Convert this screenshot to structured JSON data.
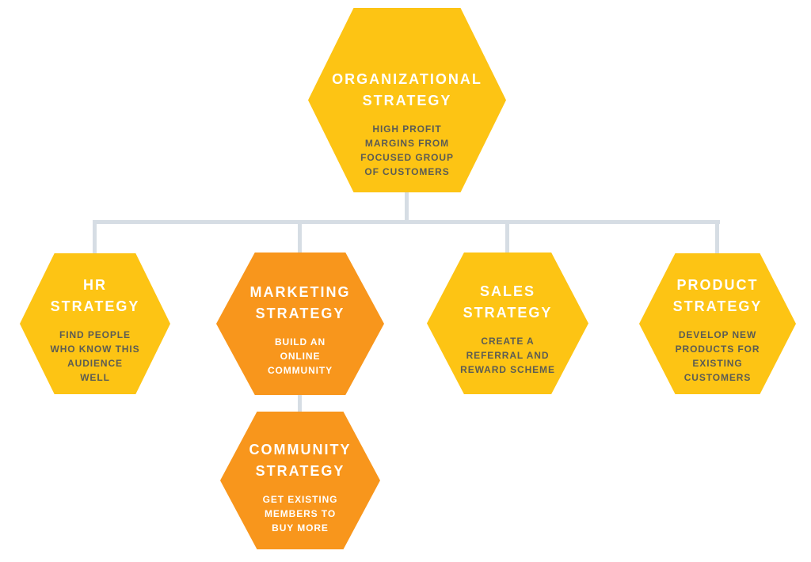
{
  "page": {
    "background": "#FFFFFF"
  },
  "colors": {
    "node_yellow": "#FDC414",
    "node_orange": "#F8961C",
    "connector": "#D6DDE4",
    "title_text": "#FFFFFF",
    "subtitle_text_on_yellow": "#5C5C54",
    "subtitle_text_on_orange": "#FFFFFF"
  },
  "nodes": [
    {
      "id": "organizational-strategy",
      "variant": "yellow",
      "title_lines": [
        "ORGANIZATIONAL",
        "STRATEGY"
      ],
      "subtitle_lines": [
        "HIGH PROFIT",
        "MARGINS FROM",
        "FOCUSED GROUP",
        "OF CUSTOMERS"
      ]
    },
    {
      "id": "hr-strategy",
      "variant": "yellow",
      "title_lines": [
        "HR",
        "STRATEGY"
      ],
      "subtitle_lines": [
        "FIND PEOPLE",
        "WHO KNOW THIS",
        "AUDIENCE",
        "WELL"
      ]
    },
    {
      "id": "marketing-strategy",
      "variant": "orange",
      "title_lines": [
        "MARKETING",
        "STRATEGY"
      ],
      "subtitle_lines": [
        "BUILD AN",
        "ONLINE",
        "COMMUNITY"
      ]
    },
    {
      "id": "sales-strategy",
      "variant": "yellow",
      "title_lines": [
        "SALES",
        "STRATEGY"
      ],
      "subtitle_lines": [
        "CREATE A",
        "REFERRAL AND",
        "REWARD SCHEME"
      ]
    },
    {
      "id": "product-strategy",
      "variant": "yellow",
      "title_lines": [
        "PRODUCT",
        "STRATEGY"
      ],
      "subtitle_lines": [
        "DEVELOP NEW",
        "PRODUCTS FOR",
        "EXISTING",
        "CUSTOMERS"
      ]
    },
    {
      "id": "community-strategy",
      "variant": "orange",
      "title_lines": [
        "COMMUNITY",
        "STRATEGY"
      ],
      "subtitle_lines": [
        "GET EXISTING",
        "MEMBERS TO",
        "BUY MORE"
      ]
    }
  ],
  "edges": [
    {
      "from": "organizational-strategy",
      "to": "hr-strategy"
    },
    {
      "from": "organizational-strategy",
      "to": "marketing-strategy"
    },
    {
      "from": "organizational-strategy",
      "to": "sales-strategy"
    },
    {
      "from": "organizational-strategy",
      "to": "product-strategy"
    },
    {
      "from": "marketing-strategy",
      "to": "community-strategy"
    }
  ]
}
